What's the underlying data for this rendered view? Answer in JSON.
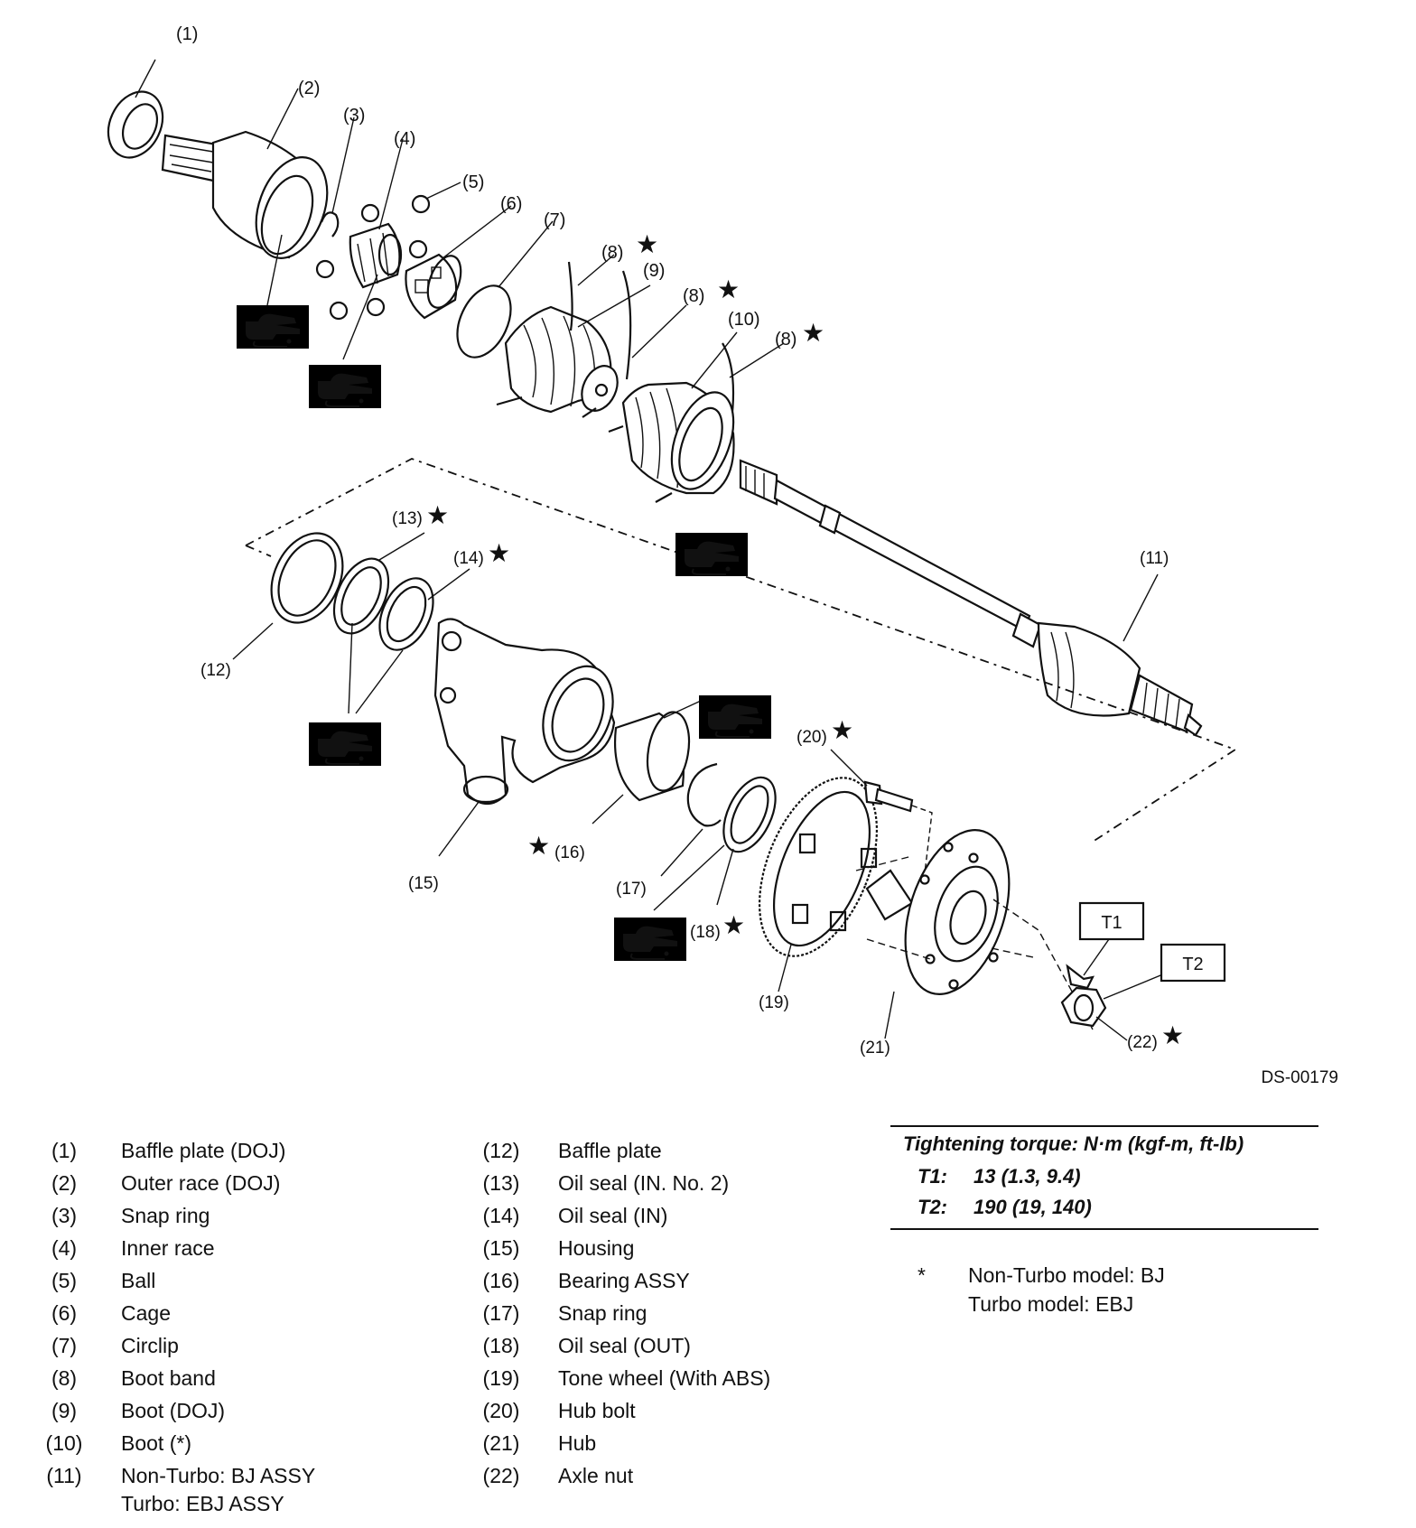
{
  "figure_code": "DS-00179",
  "callouts": {
    "c1": "(1)",
    "c2": "(2)",
    "c3": "(3)",
    "c4": "(4)",
    "c5": "(5)",
    "c6": "(6)",
    "c7": "(7)",
    "c8a": "(8)",
    "c9": "(9)",
    "c8b": "(8)",
    "c10": "(10)",
    "c8c": "(8)",
    "c11": "(11)",
    "c12": "(12)",
    "c13": "(13)",
    "c14": "(14)",
    "c15": "(15)",
    "c16": "(16)",
    "c17": "(17)",
    "c18": "(18)",
    "c19": "(19)",
    "c20": "(20)",
    "c21": "(21)",
    "c22": "(22)",
    "t1": "T1",
    "t2": "T2"
  },
  "star_symbol": "★",
  "legend_left": [
    {
      "num": "(1)",
      "label": "Baffle plate (DOJ)"
    },
    {
      "num": "(2)",
      "label": "Outer race (DOJ)"
    },
    {
      "num": "(3)",
      "label": "Snap ring"
    },
    {
      "num": "(4)",
      "label": "Inner race"
    },
    {
      "num": "(5)",
      "label": "Ball"
    },
    {
      "num": "(6)",
      "label": "Cage"
    },
    {
      "num": "(7)",
      "label": "Circlip"
    },
    {
      "num": "(8)",
      "label": "Boot band"
    },
    {
      "num": "(9)",
      "label": "Boot (DOJ)"
    },
    {
      "num": "(10)",
      "label": "Boot (*)"
    },
    {
      "num": "(11)",
      "label": "Non-Turbo: BJ ASSY",
      "label2": "Turbo: EBJ ASSY"
    }
  ],
  "legend_mid": [
    {
      "num": "(12)",
      "label": "Baffle plate"
    },
    {
      "num": "(13)",
      "label": "Oil seal (IN. No. 2)"
    },
    {
      "num": "(14)",
      "label": "Oil seal (IN)"
    },
    {
      "num": "(15)",
      "label": "Housing"
    },
    {
      "num": "(16)",
      "label": "Bearing ASSY"
    },
    {
      "num": "(17)",
      "label": "Snap ring"
    },
    {
      "num": "(18)",
      "label": "Oil seal (OUT)"
    },
    {
      "num": "(19)",
      "label": "Tone wheel (With ABS)"
    },
    {
      "num": "(20)",
      "label": "Hub bolt"
    },
    {
      "num": "(21)",
      "label": "Hub"
    },
    {
      "num": "(22)",
      "label": "Axle nut"
    }
  ],
  "torque": {
    "heading": "Tightening torque: N·m (kgf-m, ft-lb)",
    "rows": [
      {
        "key": "T1:",
        "value": "13 (1.3, 9.4)"
      },
      {
        "key": "T2:",
        "value": "190 (19, 140)"
      }
    ]
  },
  "note": {
    "mark": "*",
    "line1": "Non-Turbo model: BJ",
    "line2": "Turbo model: EBJ"
  }
}
